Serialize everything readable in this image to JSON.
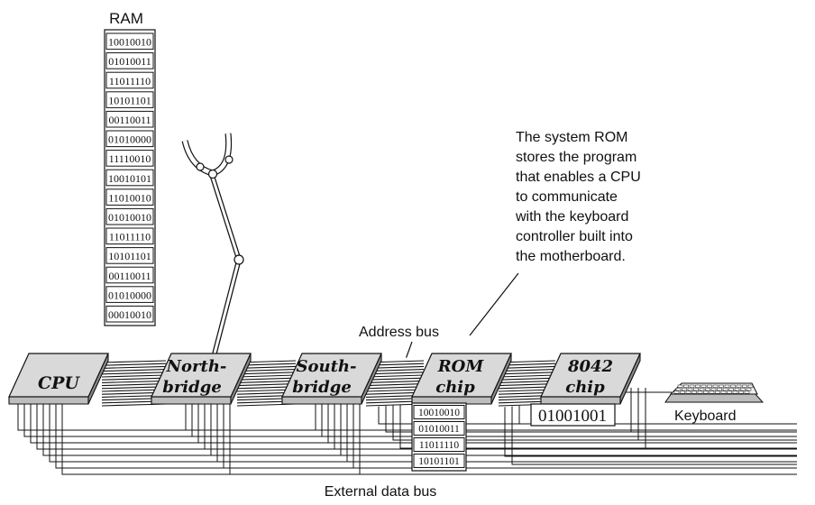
{
  "ram": {
    "title": "RAM",
    "rows": [
      "10010010",
      "01010011",
      "11011110",
      "10101101",
      "00110011",
      "01010000",
      "11110010",
      "10010101",
      "11010010",
      "01010010",
      "11011110",
      "10101101",
      "00110011",
      "01010000",
      "00010010"
    ]
  },
  "annotation": {
    "lines": [
      "The system ROM",
      "stores the program",
      "that enables a CPU",
      "to communicate",
      "with the keyboard",
      "controller built into",
      "the motherboard."
    ]
  },
  "labels": {
    "address_bus": "Address bus",
    "external_data_bus": "External data bus",
    "keyboard": "Keyboard"
  },
  "chips": {
    "cpu": [
      "CPU"
    ],
    "northbridge": [
      "North-",
      "bridge"
    ],
    "southbridge": [
      "South-",
      "bridge"
    ],
    "rom": [
      "ROM",
      "chip"
    ],
    "kbc": [
      "8042",
      "chip"
    ]
  },
  "rom_data": [
    "10010010",
    "01010011",
    "11011110",
    "10101101"
  ],
  "kbc_register": "01001001"
}
